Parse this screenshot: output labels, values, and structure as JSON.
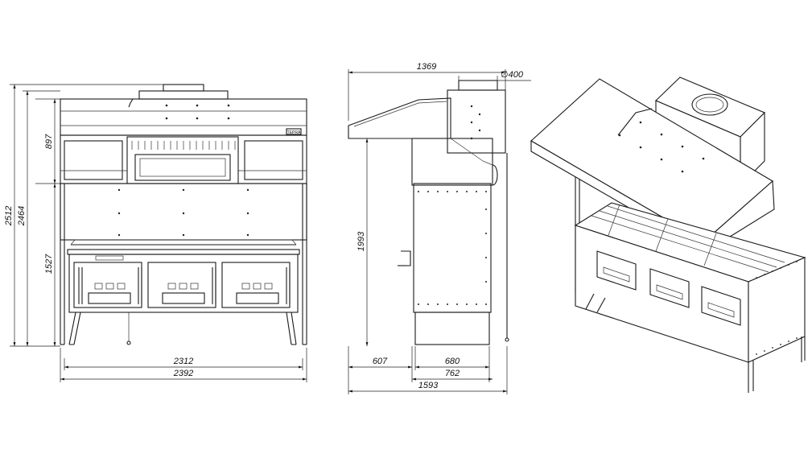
{
  "drawing": {
    "front_view": {
      "dimensions": {
        "total_height": "2512",
        "height_without_duct": "2464",
        "hood_height": "897",
        "base_height": "1527",
        "inner_width": "2312",
        "total_width": "2392"
      },
      "badge_text": "TEPRA"
    },
    "side_view": {
      "dimensions": {
        "hood_depth": "1369",
        "duct_diameter": "∅400",
        "counter_height": "1993",
        "overhang": "607",
        "body_depth": "680",
        "leg_depth": "762",
        "total_depth": "1593"
      }
    },
    "iso_view": {}
  }
}
